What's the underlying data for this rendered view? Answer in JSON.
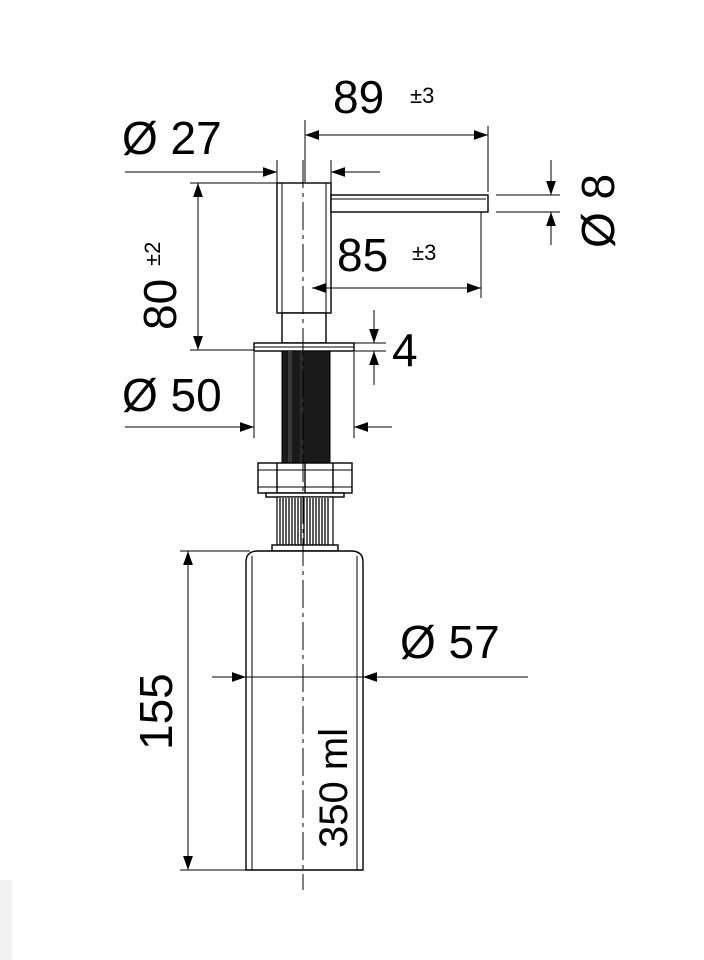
{
  "dimensions": {
    "spout_length": {
      "value": "89",
      "tolerance": "±3"
    },
    "head_diameter": {
      "value": "Ø 27"
    },
    "spout_diameter": {
      "value": "Ø 8"
    },
    "spout_reach": {
      "value": "85",
      "tolerance": "±3"
    },
    "head_height": {
      "value": "80",
      "tolerance": "±2"
    },
    "flange_thickness": {
      "value": "4"
    },
    "flange_diameter": {
      "value": "Ø 50"
    },
    "bottle_diameter": {
      "value": "Ø 57"
    },
    "bottle_height": {
      "value": "155"
    }
  },
  "bottle": {
    "volume": "350 ml"
  },
  "colors": {
    "line": "#000000",
    "background": "#ffffff"
  }
}
